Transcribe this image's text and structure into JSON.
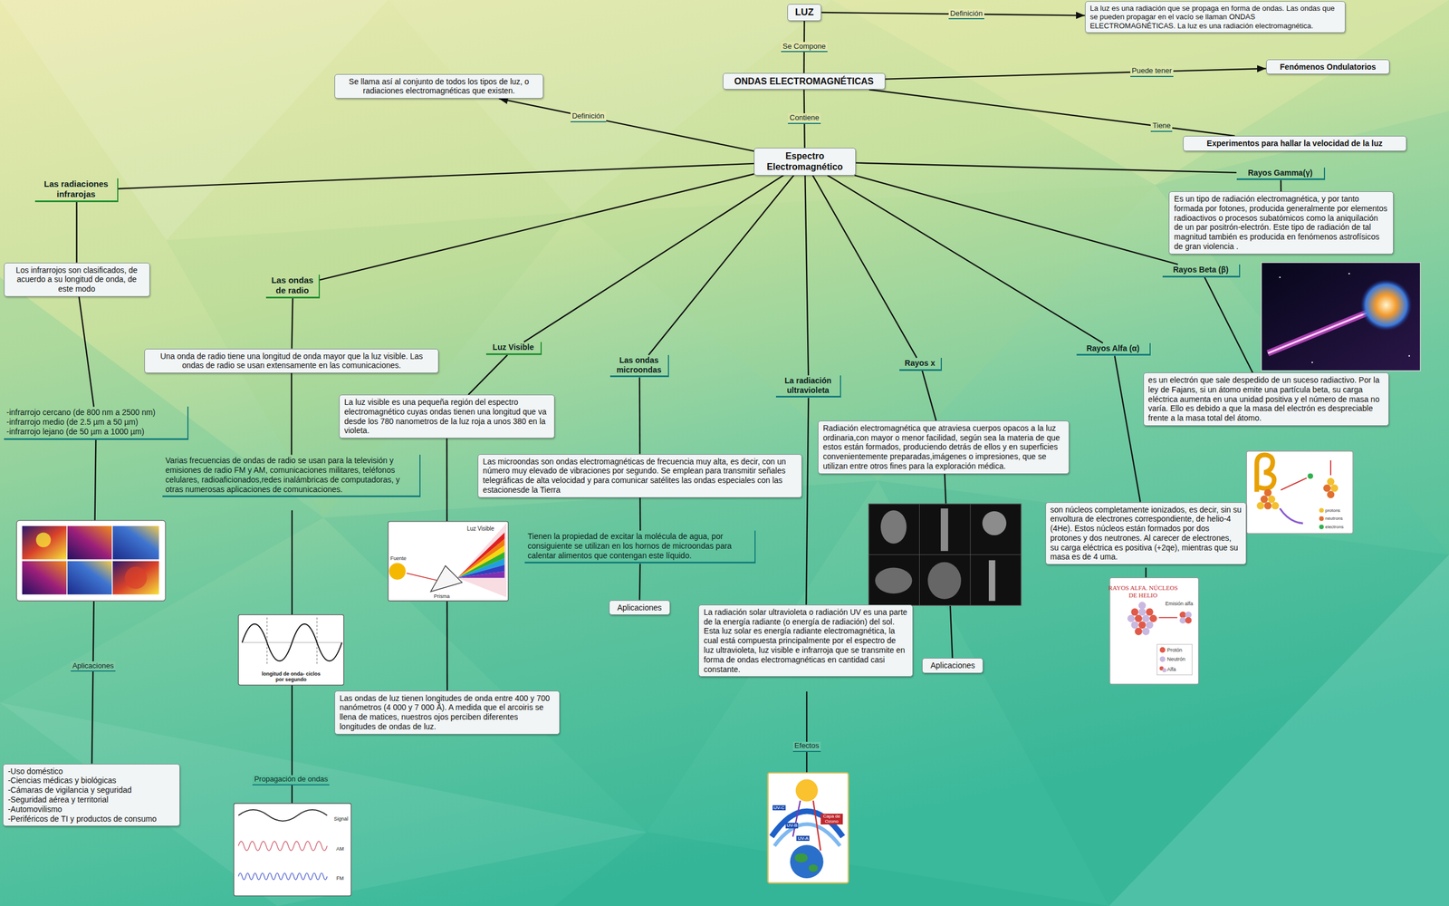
{
  "diagram": {
    "nodes": [
      {
        "text": [
          "LUZ"
        ]
      },
      {
        "text": [
          "La luz es una radiación que se propaga en forma de ondas. Las ondas que se pueden propagar en el vacío se llaman ONDAS ELECTROMAGNÉTICAS. La luz es una radiación electromagnética."
        ]
      },
      {
        "text": [
          "ONDAS ELECTROMAGNÉTICAS"
        ]
      },
      {
        "text": [
          "Se llama así al conjunto de todos los tipos de luz, o radiaciones electromagnéticas que existen."
        ]
      },
      {
        "text": [
          "Fenómenos Ondulatorios"
        ]
      },
      {
        "text": [
          "Experimentos para hallar la velocidad de la luz"
        ]
      },
      {
        "text": [
          "Espectro Electromagnético"
        ]
      },
      {
        "text": [
          "Las radiaciones infrarojas"
        ]
      },
      {
        "text": [
          "Rayos Gamma(γ)"
        ]
      },
      {
        "text": [
          "Es un tipo de radiación electromagnética, y por tanto formada por fotones, producida generalmente por elementos radioactivos o procesos subatómicos como la aniquilación de un par positrón-electrón. Este tipo de radiación de tal magnitud también es producida en fenómenos astrofísicos de gran violencia ."
        ]
      },
      {
        "text": [
          "Los infrarrojos son clasificados, de acuerdo a su longitud de onda, de este modo"
        ]
      },
      {
        "text": [
          "Las ondas de radio"
        ]
      },
      {
        "text": [
          "Rayos Beta (β)"
        ]
      },
      {
        "text": [
          "Rayos Alfa (α)"
        ]
      },
      {
        "text": [
          "Luz Visible"
        ]
      },
      {
        "text": [
          "Las ondas microondas"
        ]
      },
      {
        "text": [
          "Rayos x"
        ]
      },
      {
        "text": [
          "La radiación ultravioleta"
        ]
      },
      {
        "text": [
          "Una onda de radio tiene una longitud de onda mayor que la luz visible. Las ondas de radio se usan extensamente en las comunicaciones."
        ]
      },
      {
        "text": [
          "es un electrón que sale despedido de un suceso radiactivo. Por la ley de Fajans, si un átomo emite una partícula beta, su carga eléctrica aumenta en una unidad positiva y el número de masa no varía. Ello es debido a que la masa del electrón es despreciable frente a la masa total del átomo."
        ]
      },
      {
        "text": [
          "-infrarrojo cercano (de 800 nm a 2500 nm)",
          "-infrarrojo medio (de 2.5 µm a 50 µm)",
          "-infrarrojo lejano (de 50 µm a 1000 µm)"
        ]
      },
      {
        "text": [
          "La luz visible es una pequeña región del espectro electromagnético cuyas ondas tienen una longitud que va desde los 780 nanometros de la luz roja a unos 380 en la violeta."
        ]
      },
      {
        "text": [
          "Radiación electromagnética que atraviesa cuerpos opacos a la luz ordinaria,con mayor o menor facilidad, según sea la materia de que estos están formados, produciendo detrás de ellos y en superficies convenientemente preparadas,imágenes o impresiones, que se utilizan entre otros fines para la exploración médica."
        ]
      },
      {
        "text": [
          "Varias frecuencias de ondas de radio se usan para la televisión y emisiones de radio FM y AM, comunicaciones militares, teléfonos celulares, radioaficionados,redes inalámbricas de computadoras, y otras numerosas aplicaciones de comunicaciones."
        ]
      },
      {
        "text": [
          "Las microondas son ondas electromagnéticas de frecuencia muy alta, es decir, con un número muy elevado de vibraciones por segundo. Se emplean para transmitir señales telegráficas de alta velocidad y para comunicar satélites las ondas especiales con las estacionesde la Tierra"
        ]
      },
      {
        "text": [
          "son núcleos completamente ionizados, es decir, sin su envoltura de electrones correspondiente, de helio-4 (4He). Estos núcleos están formados por dos protones y dos neutrones. Al carecer de electrones, su carga eléctrica es positiva (+2qe), mientras que su masa es de 4 uma."
        ]
      },
      {
        "text": [
          "Tienen la propiedad de excitar la molécula de agua, por consiguiente se utilizan en los hornos de microondas para calentar alimentos que contengan este líquido."
        ]
      },
      {
        "text": [
          "Aplicaciones"
        ]
      },
      {
        "text": [
          "La radiación solar ultravioleta o radiación UV es una parte de la energía radiante (o energía de radiación) del sol. Esta luz solar es energía radiante electromagnética, la cual está compuesta principalmente por el espectro de luz ultravioleta, luz visible e infrarroja que se transmite en forma de ondas electromagnéticas en cantidad casi constante."
        ]
      },
      {
        "text": [
          "Aplicaciones"
        ]
      },
      {
        "text": [
          "Las ondas de luz tienen longitudes de onda entre 400 y 700 nanómetros (4 000 y 7 000 Å). A medida que el arcoiris se llena de matices, nuestros ojos perciben diferentes longitudes de ondas de luz."
        ]
      },
      {
        "text": [
          "-Uso doméstico",
          "-Ciencias médicas y biológicas",
          "-Cámaras de vigilancia y seguridad",
          "-Seguridad aérea y territorial",
          "-Automovilismo",
          "-Periféricos de TI y productos de consumo"
        ]
      }
    ],
    "edges": [
      {
        "from": 0,
        "to": 2,
        "label": "Se Compone",
        "arrow": "none"
      },
      {
        "from": 0,
        "to": 1,
        "label": "Definición",
        "arrow": "to"
      },
      {
        "from": 2,
        "to": 6,
        "label": "Contiene",
        "arrow": "none"
      },
      {
        "from": 6,
        "to": 3,
        "label": "Definición",
        "arrow": "to"
      },
      {
        "from": 2,
        "to": 4,
        "label": "Puede tener",
        "arrow": "to"
      },
      {
        "from": 2,
        "to": 5,
        "label": "Tiene",
        "arrow": "none"
      },
      {
        "from": 6,
        "to": 7,
        "arrow": "none"
      },
      {
        "from": 6,
        "to": 11,
        "arrow": "none"
      },
      {
        "from": 6,
        "to": 14,
        "arrow": "none"
      },
      {
        "from": 6,
        "to": 15,
        "arrow": "none"
      },
      {
        "from": 6,
        "to": 17,
        "arrow": "none"
      },
      {
        "from": 6,
        "to": 16,
        "arrow": "none"
      },
      {
        "from": 6,
        "to": 13,
        "arrow": "none"
      },
      {
        "from": 6,
        "to": 12,
        "arrow": "none"
      },
      {
        "from": 6,
        "to": 8,
        "arrow": "none"
      },
      {
        "from": 7,
        "to": 10,
        "arrow": "none"
      },
      {
        "from": 10,
        "to": 20,
        "arrow": "none"
      },
      {
        "from": 20,
        "to": 31,
        "label": "Aplicaciones",
        "arrow": "none"
      },
      {
        "from": 11,
        "to": 18,
        "arrow": "none"
      },
      {
        "from": 18,
        "to": 23,
        "arrow": "none"
      },
      {
        "from": 14,
        "to": 21,
        "arrow": "none"
      },
      {
        "from": 21,
        "to": 30,
        "arrow": "none"
      },
      {
        "from": 15,
        "to": 24,
        "arrow": "none"
      },
      {
        "from": 24,
        "to": 26,
        "arrow": "none"
      },
      {
        "from": 26,
        "to": 27,
        "arrow": "none"
      },
      {
        "from": 17,
        "to": 28,
        "arrow": "none"
      },
      {
        "from": 16,
        "to": 22,
        "arrow": "none"
      },
      {
        "from": 22,
        "to": 29,
        "arrow": "none"
      },
      {
        "from": 13,
        "to": 25,
        "arrow": "none"
      },
      {
        "from": 12,
        "to": 19,
        "arrow": "none"
      },
      {
        "from": 8,
        "to": 9,
        "arrow": "none"
      }
    ],
    "labels": [
      "Propagación de ondas",
      "Efectos",
      "Luz Visible",
      "Fuente",
      "Prisma",
      "longitud de onda- ciclos por segundo",
      "Signal",
      "AM",
      "FM",
      "RAYOS ALFA. NÚCLEOS DE HELIO",
      "Emisión alfa",
      "Protón",
      "Neutrón",
      "Alfa",
      "protons",
      "neutrons",
      "electrons",
      "Capa de Ozono",
      "UV-C",
      "UV-B",
      "UV-A"
    ]
  }
}
